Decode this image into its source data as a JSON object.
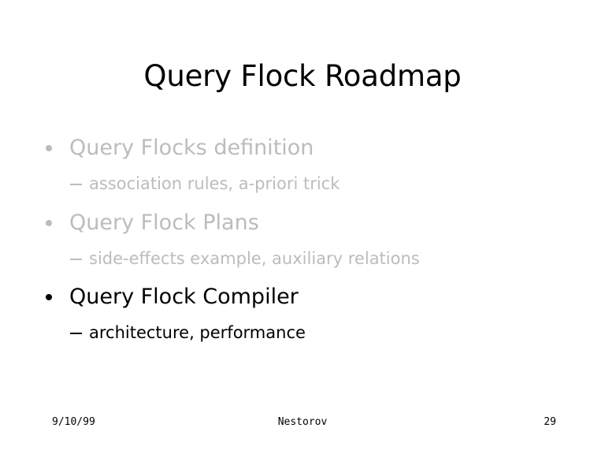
{
  "slide": {
    "title": "Query Flock Roadmap",
    "background_color": "#ffffff",
    "dim_color": "#bcbcbc",
    "solid_color": "#000000",
    "bullet_icon": "bullet-dot",
    "sub_bullet_icon": "en-dash"
  },
  "body": {
    "groups": [
      {
        "bullet": "Query Flocks definition",
        "sub": "association rules, a-priori trick",
        "state": "dimmed"
      },
      {
        "bullet": "Query Flock Plans",
        "sub": "side-effects example, auxiliary relations",
        "state": "dimmed"
      },
      {
        "bullet": "Query Flock Compiler",
        "sub": "architecture, performance",
        "state": "active"
      }
    ]
  },
  "footer": {
    "date": "9/10/99",
    "author": "Nestorov",
    "page_number": "29"
  }
}
